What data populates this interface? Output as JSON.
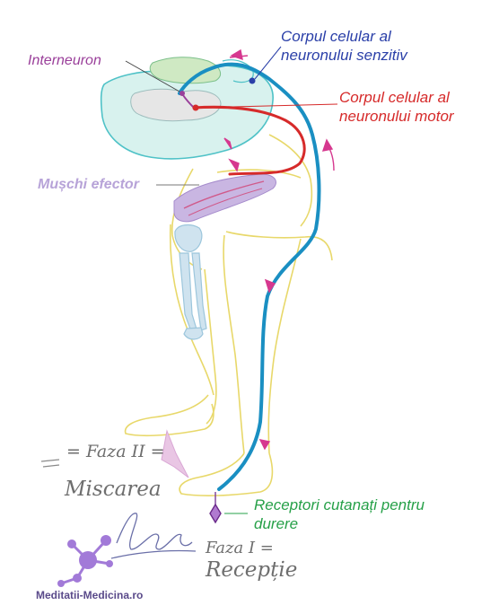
{
  "labels": {
    "sensory_neuron_body": [
      "Corpul celular al",
      "neuronului senzitiv"
    ],
    "motor_neuron_body": [
      "Corpul celular al",
      "neuronului motor"
    ],
    "interneuron": "Interneuron",
    "effector_muscle": "Mușchi efector",
    "cutaneous_pain_receptors": [
      "Receptori cutanați pentru",
      "durere"
    ]
  },
  "handwritten": {
    "phase_2": "= Faza II =",
    "phase_2_name": "Miscarea",
    "phase_1": "Faza I =",
    "phase_1_name": "Recepție"
  },
  "brand": "Meditatii-Medicina.ro",
  "colors": {
    "sensory": "#2a3fa8",
    "sensory_path": "#1a8fc2",
    "motor": "#d62a2a",
    "interneuron": "#9a3f9a",
    "muscle": "#b7a3d8",
    "receptor": "#26a048",
    "cord": "#4fc2c7",
    "leg_outline": "#e8d86a",
    "bone": "#9cc6dc",
    "arrow": "#d6388f",
    "logo": "#a27ad8"
  },
  "icons": [
    "spinal-cord-section",
    "leg",
    "skeleton",
    "receptor-diamond",
    "molecule-logo",
    "signature"
  ]
}
